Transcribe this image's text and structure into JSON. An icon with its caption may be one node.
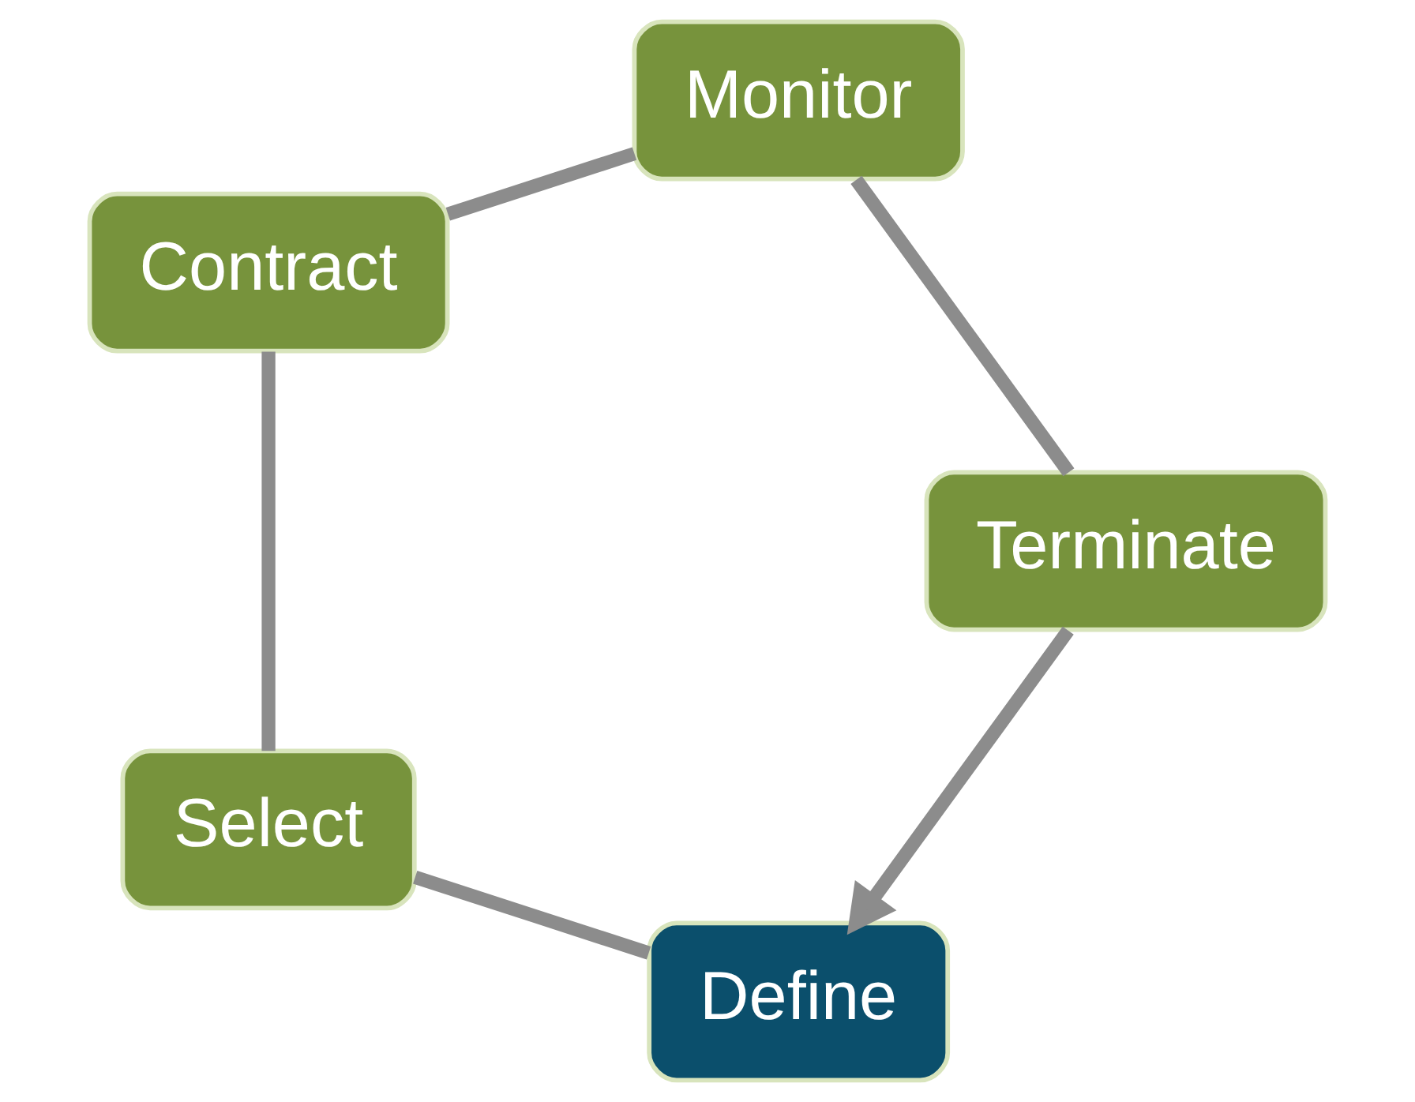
{
  "diagram": {
    "nodes": [
      {
        "text": [
          "Define"
        ]
      },
      {
        "text": [
          "Select"
        ]
      },
      {
        "text": [
          "Contract"
        ]
      },
      {
        "text": [
          "Monitor"
        ]
      },
      {
        "text": [
          "Terminate"
        ]
      }
    ],
    "edges": [
      {
        "from": 0,
        "to": 1,
        "arrow": "none"
      },
      {
        "from": 1,
        "to": 2,
        "arrow": "none"
      },
      {
        "from": 2,
        "to": 3,
        "arrow": "none"
      },
      {
        "from": 3,
        "to": 4,
        "arrow": "none"
      },
      {
        "from": 4,
        "to": 0,
        "arrow": "to"
      }
    ]
  }
}
